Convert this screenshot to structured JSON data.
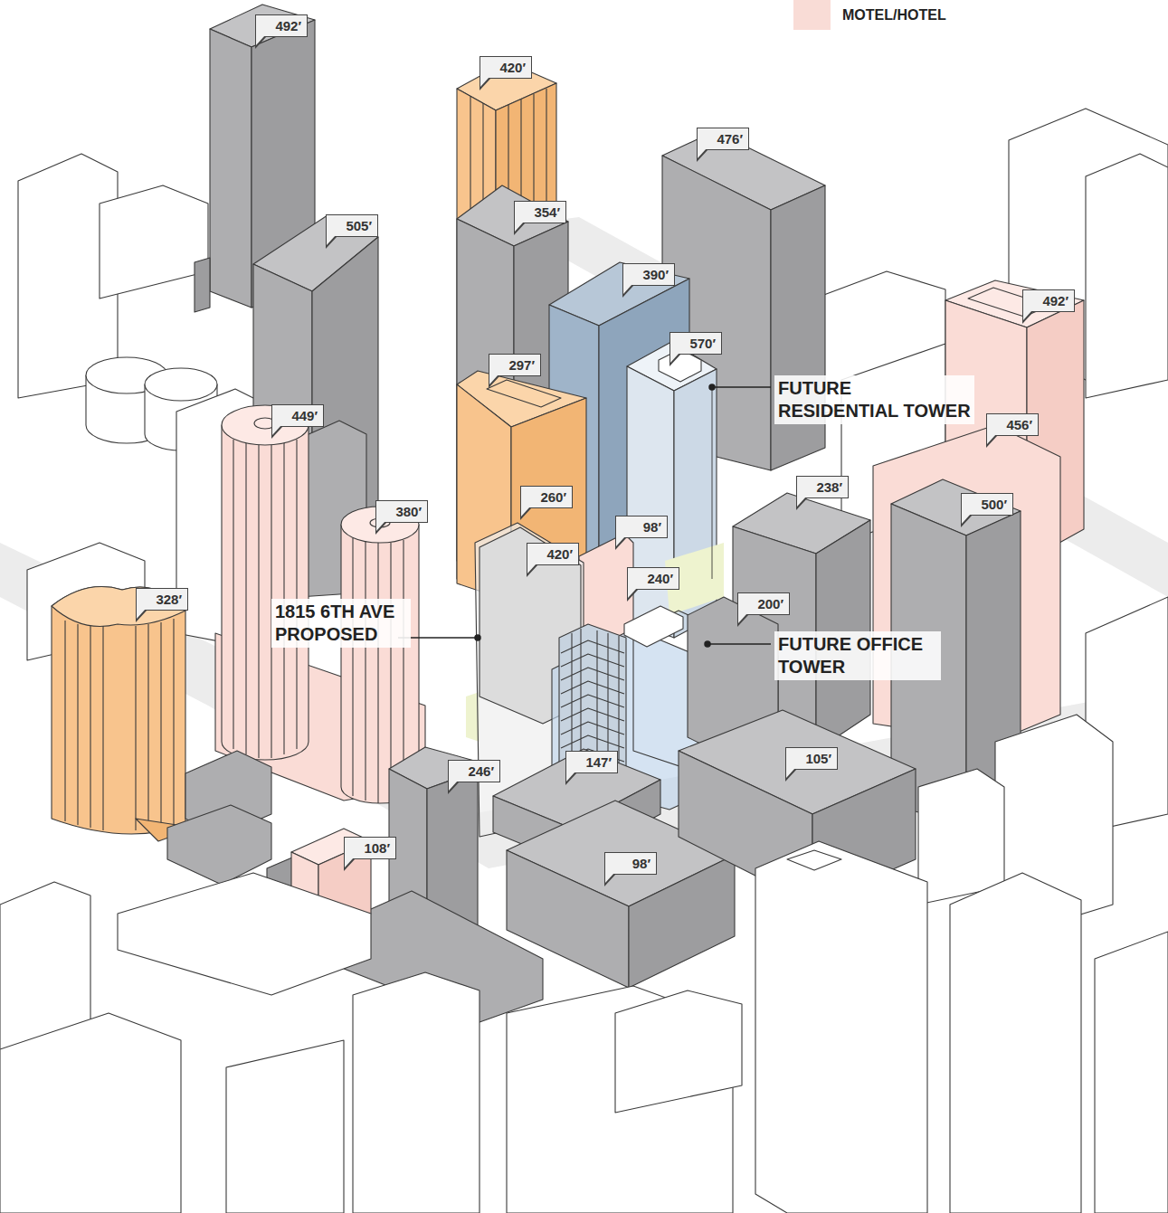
{
  "diagram": {
    "labels": [
      "492′",
      "420′",
      "476′",
      "354′",
      "505′",
      "390′",
      "492′",
      "570′",
      "297′",
      "FUTURE RESIDENTIAL TOWER",
      "449′",
      "456′",
      "238′",
      "260′",
      "500′",
      "380′",
      "98′",
      "420′",
      "240′",
      "328′",
      "200′",
      "1815 6TH AVE PROPOSED",
      "FUTURE OFFICE TOWER",
      "147′",
      "105′",
      "246′",
      "108′",
      "98′"
    ],
    "legend": [
      {
        "text": "MOTEL/HOTEL",
        "color": "#f9dcd6"
      }
    ]
  }
}
